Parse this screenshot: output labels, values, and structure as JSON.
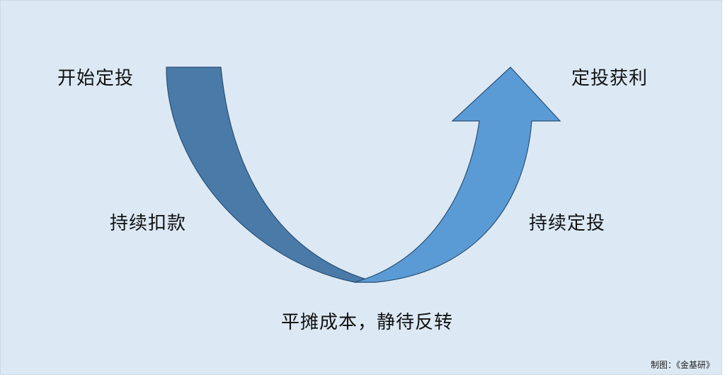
{
  "labels": {
    "start": "开始定投",
    "deduct": "持续扣款",
    "bottom": "平摊成本，静待反转",
    "continue": "持续定投",
    "profit": "定投获利"
  },
  "credit": "制图：《金基研》",
  "colors": {
    "background": "#dce9f5",
    "descending_arrow": "#4a7aa8",
    "ascending_arrow": "#5b9bd5",
    "outline": "#2b4f74"
  }
}
